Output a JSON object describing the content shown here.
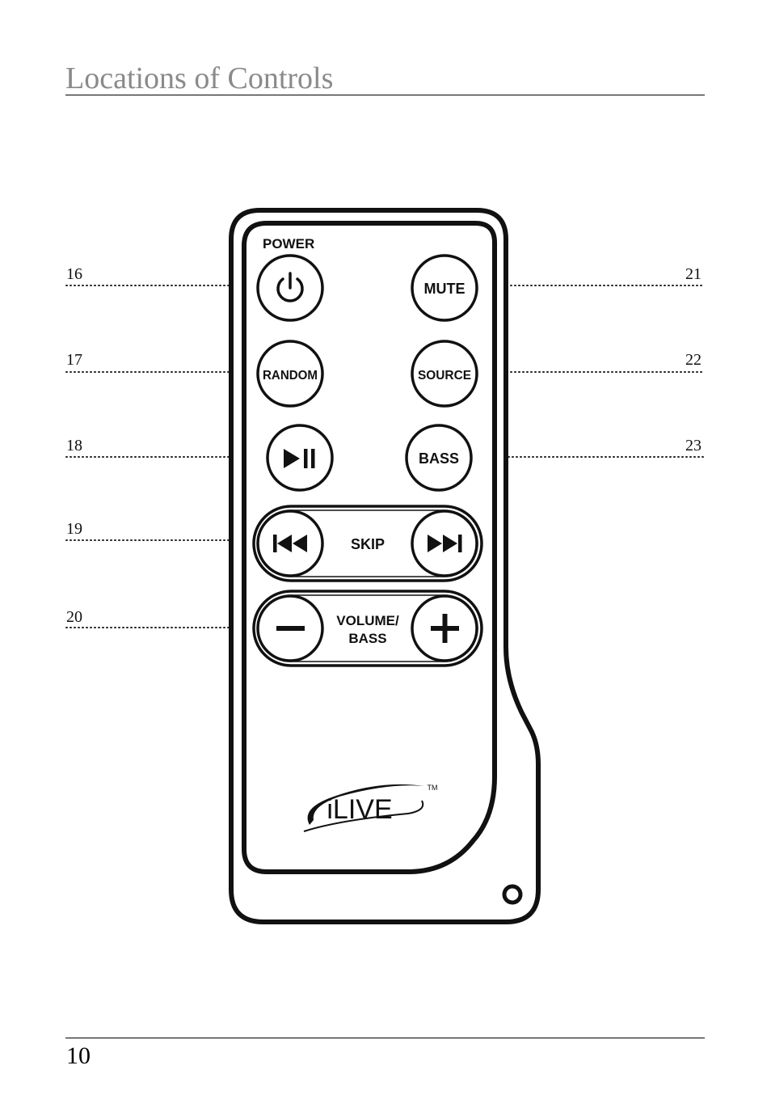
{
  "header": {
    "title": "Locations of Controls"
  },
  "callouts": {
    "left": [
      "16",
      "17",
      "18",
      "19",
      "20"
    ],
    "right": [
      "21",
      "22",
      "23"
    ]
  },
  "remote": {
    "power_label": "POWER",
    "mute_label": "MUTE",
    "random_label": "RANDOM",
    "source_label": "SOURCE",
    "bass_label": "BASS",
    "skip_label": "SKIP",
    "volume_label_line1": "VOLUME/",
    "volume_label_line2": "BASS",
    "logo_text": "iLIVE",
    "trademark": "TM",
    "icons": [
      "power-icon",
      "play-pause-icon",
      "skip-back-icon",
      "skip-forward-icon",
      "minus-icon",
      "plus-icon"
    ]
  },
  "footer": {
    "page_number": "10"
  }
}
